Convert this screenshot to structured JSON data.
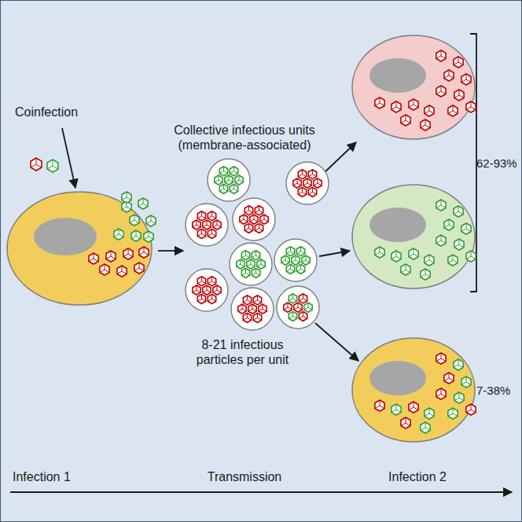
{
  "diagram": {
    "labels": [
      "Coinfection",
      "Collective infectious units (membrane-associated)",
      "62-93%",
      "8-21 infectious particles per unit",
      "7-38%",
      "Infection 1",
      "Transmission",
      "Infection 2"
    ]
  }
}
